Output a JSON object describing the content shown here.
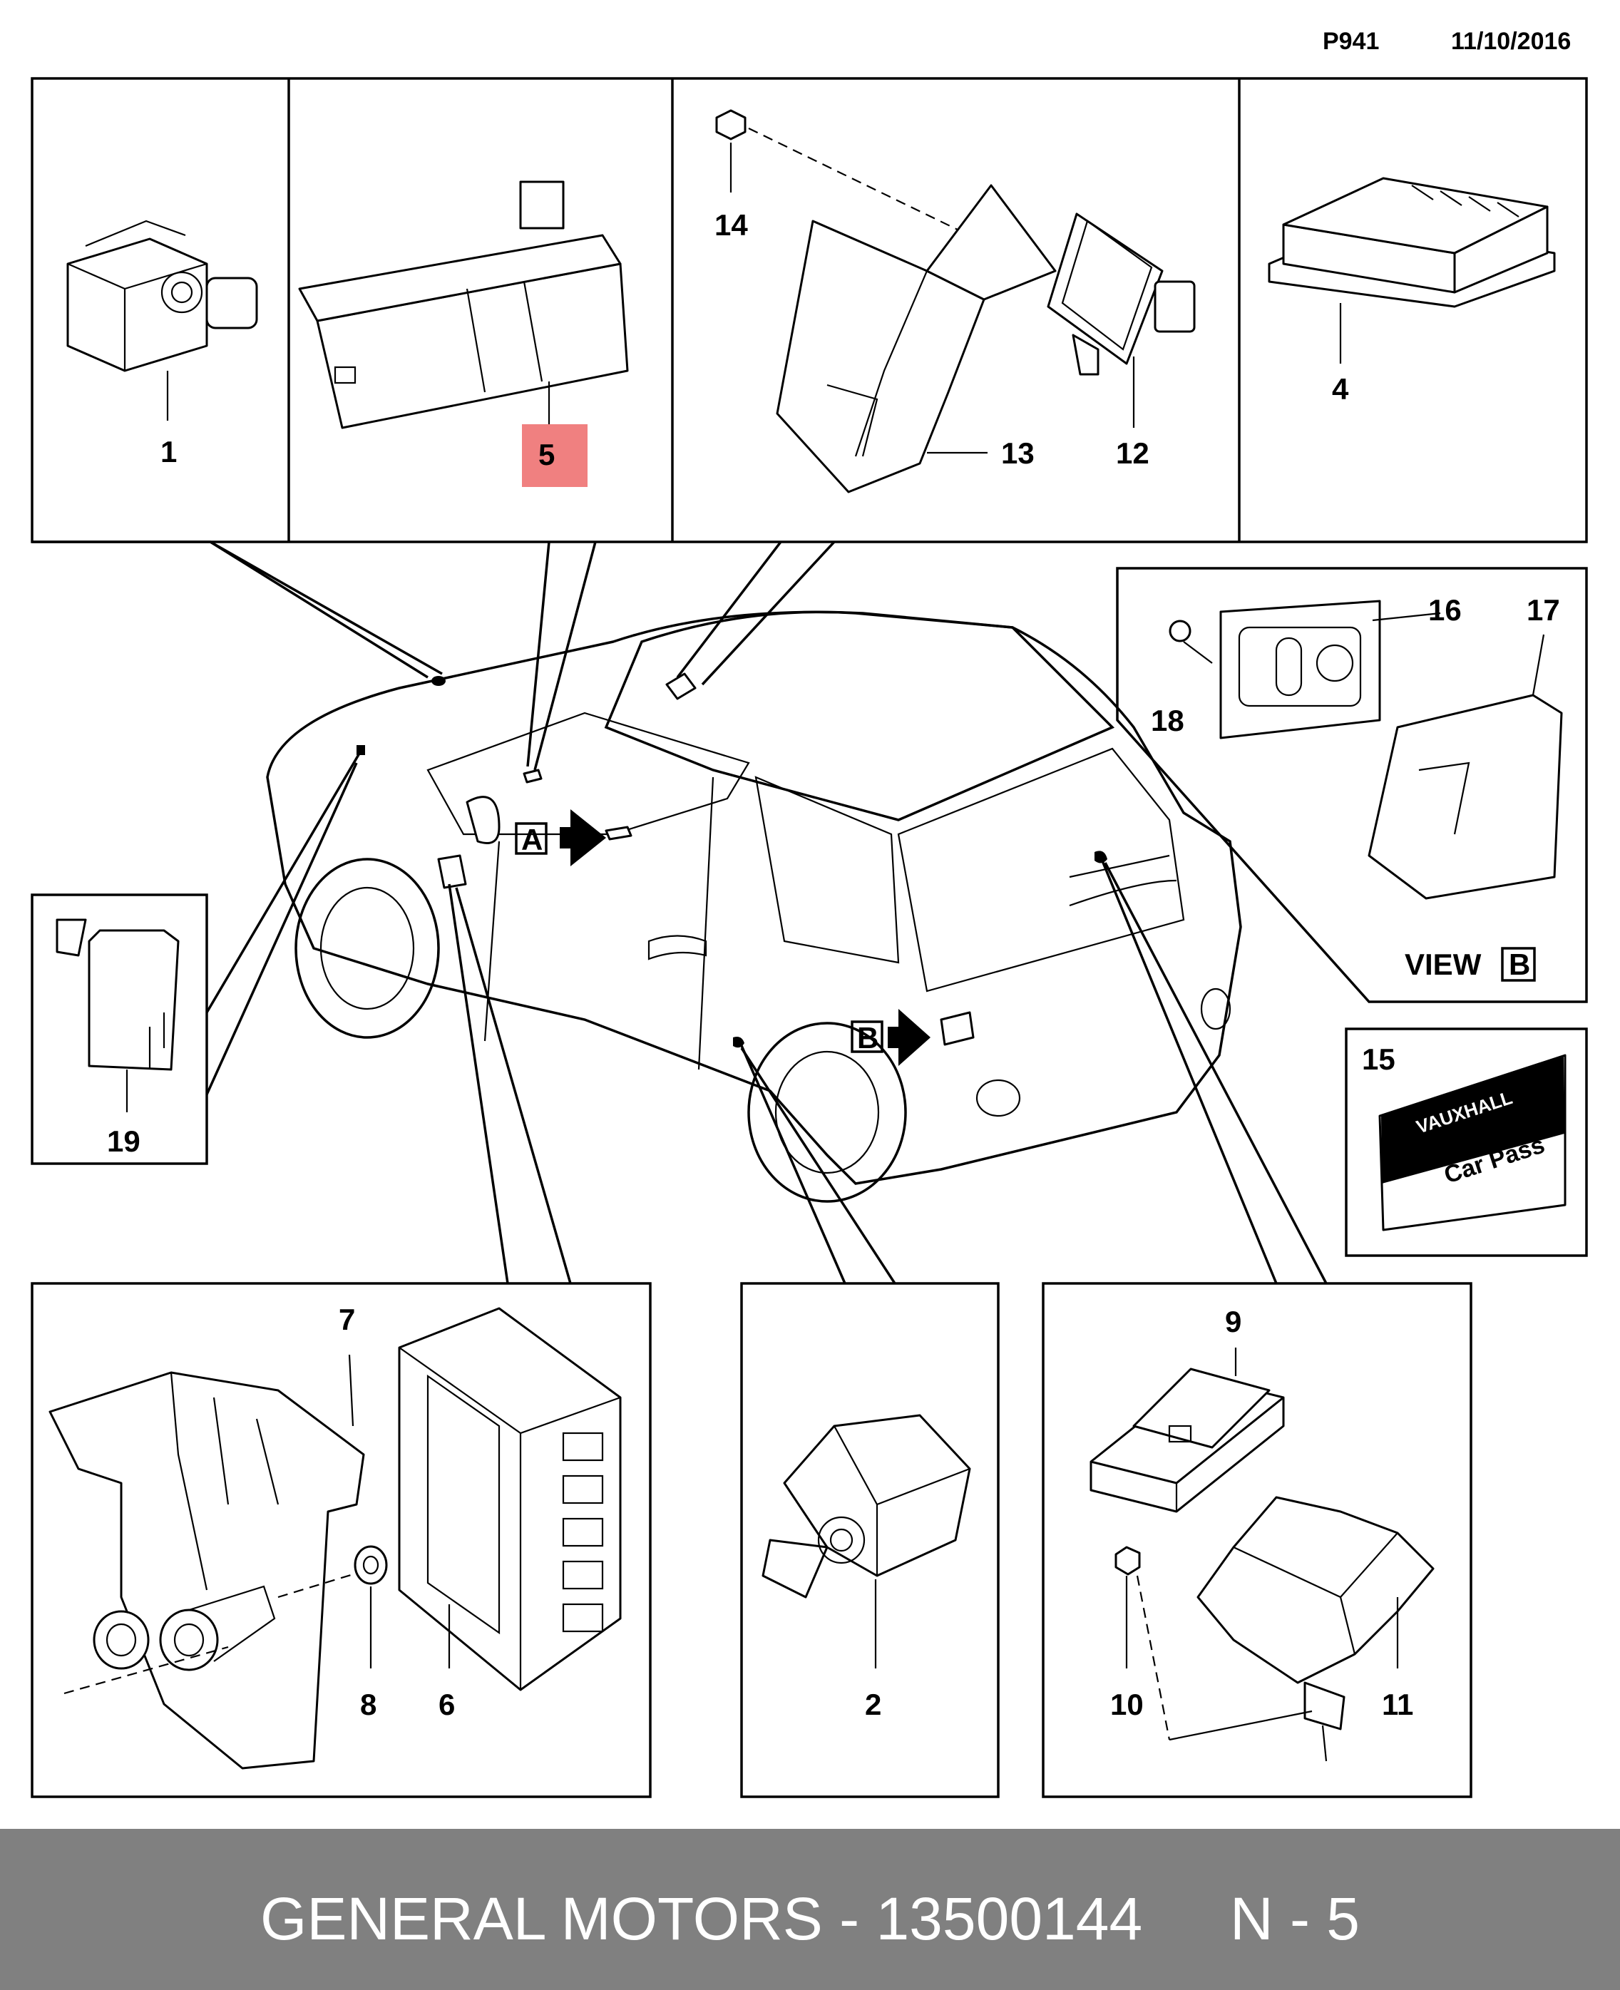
{
  "header": {
    "page_code": "P941",
    "date": "11/10/2016"
  },
  "callouts": [
    "1",
    "5",
    "14",
    "13",
    "12",
    "4",
    "16",
    "17",
    "18",
    "15",
    "19",
    "7",
    "8",
    "6",
    "2",
    "9",
    "11",
    "10"
  ],
  "highlight": {
    "callout": "5",
    "color": "#f08080"
  },
  "arrows": {
    "a": "A",
    "b": "B"
  },
  "view_label": {
    "view": "VIEW",
    "letter": "B"
  },
  "car_pass": {
    "brand": "VAUXHALL",
    "text": "Car Pass"
  },
  "banner": {
    "text": "GENERAL MOTORS - 13500144",
    "code": "N - 5",
    "background": "#808080"
  }
}
